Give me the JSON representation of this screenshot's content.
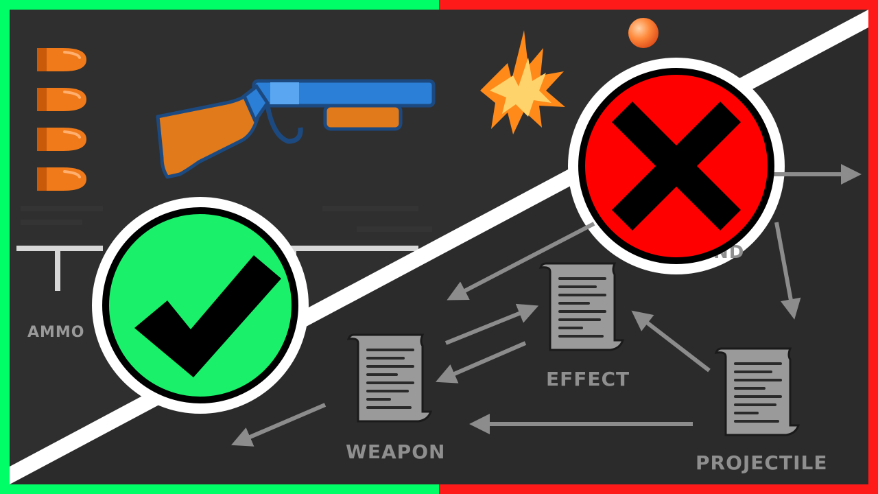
{
  "labels": {
    "ammo": "AMMO",
    "effect": "EFFECT",
    "weapon": "WEAPON",
    "projectile": "PROJECTILE",
    "partial": "ND"
  },
  "colors": {
    "border_left": "#00ff66",
    "border_right": "#ff1a1a",
    "background_top": "#2f2f2f",
    "background_bottom": "#2b2b2b",
    "divider": "#ffffff",
    "check_fill": "#1af06a",
    "cross_fill": "#ff0000",
    "script_icon": "#9a9a9a",
    "arrow": "#8c8c8c",
    "label": "#8f8f8f",
    "gun_barrel": "#2b7fd6",
    "gun_stock": "#e07a1a",
    "bullet": "#f07a1a"
  },
  "icons": {
    "check": "checkmark-icon",
    "cross": "cross-icon",
    "script": "script-scroll-icon",
    "bullet": "bullet-icon",
    "gun": "shotgun-icon",
    "flash": "muzzle-flash-icon",
    "projectile": "projectile-ball-icon"
  }
}
